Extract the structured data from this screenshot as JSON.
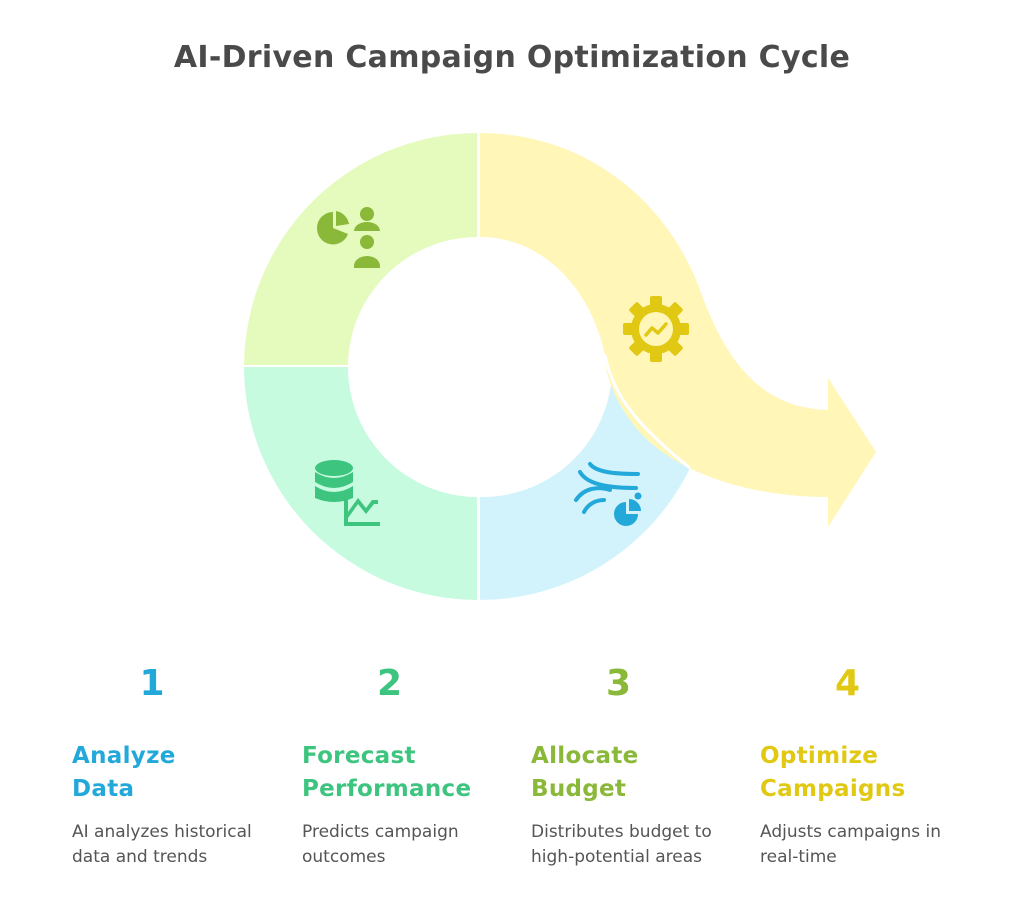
{
  "title": "AI-Driven Campaign Optimization Cycle",
  "colors": {
    "title": "#4a4a4a",
    "description": "#555555",
    "segment_1_fill": "#d2f3fc",
    "segment_1_icon": "#22a9d9",
    "segment_2_fill": "#c6fbe0",
    "segment_2_icon": "#3dc47e",
    "segment_3_fill": "#e5fbbd",
    "segment_3_icon": "#8ab838",
    "segment_4_fill": "#fff6b8",
    "segment_4_icon": "#e0c813"
  },
  "steps": [
    {
      "number": "1",
      "title_line1": "Analyze",
      "title_line2": "Data",
      "description": "AI analyzes historical data and trends",
      "icon": "flow-chart-icon",
      "color": "#22a9d9"
    },
    {
      "number": "2",
      "title_line1": "Forecast",
      "title_line2": "Performance",
      "description": "Predicts campaign outcomes",
      "icon": "database-chart-icon",
      "color": "#3dc47e"
    },
    {
      "number": "3",
      "title_line1": "Allocate",
      "title_line2": "Budget",
      "description": "Distributes budget to high-potential areas",
      "icon": "pie-chart-users-icon",
      "color": "#8ab838"
    },
    {
      "number": "4",
      "title_line1": "Optimize",
      "title_line2": "Campaigns",
      "description": "Adjusts campaigns in real-time",
      "icon": "gear-trend-icon",
      "color": "#e0c813"
    }
  ]
}
